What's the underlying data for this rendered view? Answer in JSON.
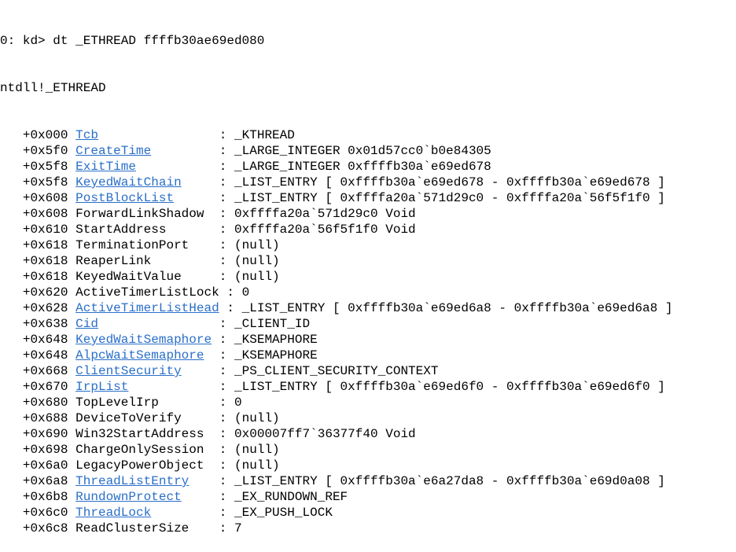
{
  "terminal": {
    "background_color": "#ffffff",
    "text_color": "#000000",
    "link_color": "#2a6fc9",
    "prompt_line": "0: kd> dt _ETHREAD ffffb30ae69ed080",
    "symbol_line": "ntdll!_ETHREAD",
    "command": "dt _ETHREAD ffffb30ae69ed080",
    "prompt": "0: kd>",
    "module_symbol": "ntdll!_ETHREAD",
    "indent": "   ",
    "separator": ":",
    "field_pad_width": 19
  },
  "fields": [
    {
      "offset": "+0x000",
      "name": "Tcb",
      "link": true,
      "value": "_KTHREAD"
    },
    {
      "offset": "+0x5f0",
      "name": "CreateTime",
      "link": true,
      "value": "_LARGE_INTEGER 0x01d57cc0`b0e84305"
    },
    {
      "offset": "+0x5f8",
      "name": "ExitTime",
      "link": true,
      "value": "_LARGE_INTEGER 0xffffb30a`e69ed678"
    },
    {
      "offset": "+0x5f8",
      "name": "KeyedWaitChain",
      "link": true,
      "value": "_LIST_ENTRY [ 0xffffb30a`e69ed678 - 0xffffb30a`e69ed678 ]"
    },
    {
      "offset": "+0x608",
      "name": "PostBlockList",
      "link": true,
      "value": "_LIST_ENTRY [ 0xffffa20a`571d29c0 - 0xffffa20a`56f5f1f0 ]"
    },
    {
      "offset": "+0x608",
      "name": "ForwardLinkShadow",
      "link": false,
      "value": "0xffffa20a`571d29c0 Void"
    },
    {
      "offset": "+0x610",
      "name": "StartAddress",
      "link": false,
      "value": "0xffffa20a`56f5f1f0 Void"
    },
    {
      "offset": "+0x618",
      "name": "TerminationPort",
      "link": false,
      "value": "(null)"
    },
    {
      "offset": "+0x618",
      "name": "ReaperLink",
      "link": false,
      "value": "(null)"
    },
    {
      "offset": "+0x618",
      "name": "KeyedWaitValue",
      "link": false,
      "value": "(null)"
    },
    {
      "offset": "+0x620",
      "name": "ActiveTimerListLock",
      "link": false,
      "value": "0"
    },
    {
      "offset": "+0x628",
      "name": "ActiveTimerListHead",
      "link": true,
      "value": "_LIST_ENTRY [ 0xffffb30a`e69ed6a8 - 0xffffb30a`e69ed6a8 ]"
    },
    {
      "offset": "+0x638",
      "name": "Cid",
      "link": true,
      "value": "_CLIENT_ID"
    },
    {
      "offset": "+0x648",
      "name": "KeyedWaitSemaphore",
      "link": true,
      "value": "_KSEMAPHORE"
    },
    {
      "offset": "+0x648",
      "name": "AlpcWaitSemaphore",
      "link": true,
      "value": "_KSEMAPHORE"
    },
    {
      "offset": "+0x668",
      "name": "ClientSecurity",
      "link": true,
      "value": "_PS_CLIENT_SECURITY_CONTEXT"
    },
    {
      "offset": "+0x670",
      "name": "IrpList",
      "link": true,
      "value": "_LIST_ENTRY [ 0xffffb30a`e69ed6f0 - 0xffffb30a`e69ed6f0 ]"
    },
    {
      "offset": "+0x680",
      "name": "TopLevelIrp",
      "link": false,
      "value": "0"
    },
    {
      "offset": "+0x688",
      "name": "DeviceToVerify",
      "link": false,
      "value": "(null)"
    },
    {
      "offset": "+0x690",
      "name": "Win32StartAddress",
      "link": false,
      "value": "0x00007ff7`36377f40 Void"
    },
    {
      "offset": "+0x698",
      "name": "ChargeOnlySession",
      "link": false,
      "value": "(null)"
    },
    {
      "offset": "+0x6a0",
      "name": "LegacyPowerObject",
      "link": false,
      "value": "(null)"
    },
    {
      "offset": "+0x6a8",
      "name": "ThreadListEntry",
      "link": true,
      "value": "_LIST_ENTRY [ 0xffffb30a`e6a27da8 - 0xffffb30a`e69d0a08 ]"
    },
    {
      "offset": "+0x6b8",
      "name": "RundownProtect",
      "link": true,
      "value": "_EX_RUNDOWN_REF"
    },
    {
      "offset": "+0x6c0",
      "name": "ThreadLock",
      "link": true,
      "value": "_EX_PUSH_LOCK"
    },
    {
      "offset": "+0x6c8",
      "name": "ReadClusterSize",
      "link": false,
      "value": "7"
    }
  ]
}
